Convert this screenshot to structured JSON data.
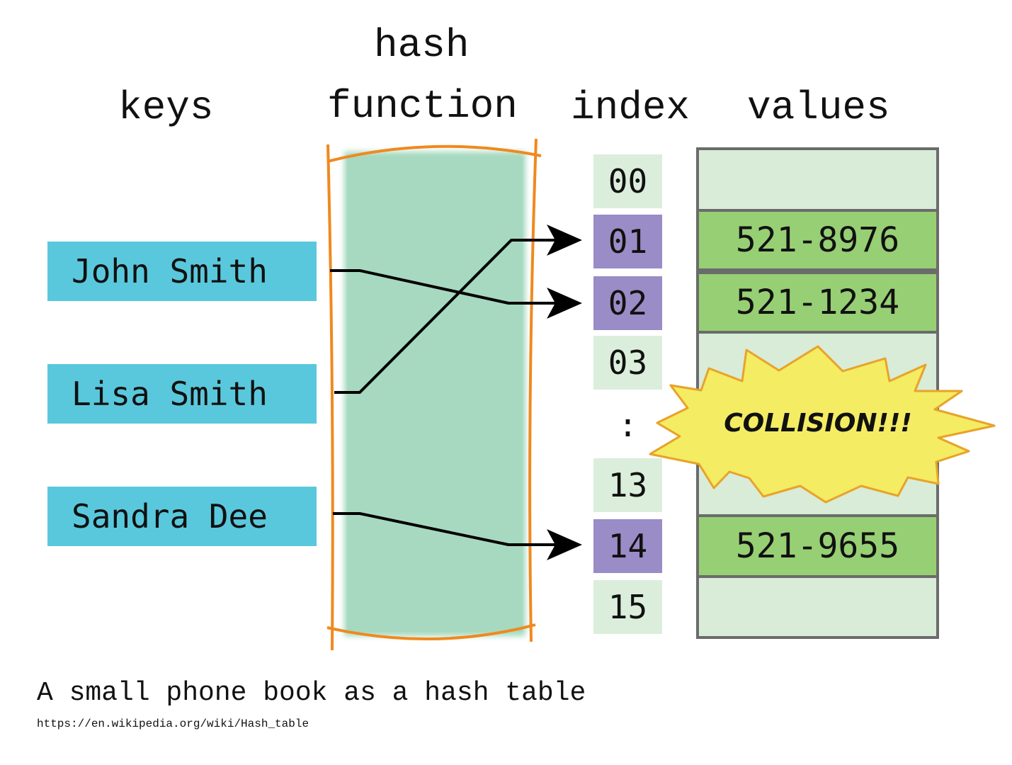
{
  "headers": {
    "keys": "keys",
    "hash_line1": "hash",
    "hash_line2": "function",
    "index": "index",
    "values": "values"
  },
  "keys": [
    "John Smith",
    "Lisa Smith",
    "Sandra Dee"
  ],
  "index": {
    "i00": "00",
    "i01": "01",
    "i02": "02",
    "i03": "03",
    "ellipsis": ":",
    "i13": "13",
    "i14": "14",
    "i15": "15"
  },
  "values": {
    "v01": "521-8976",
    "v02": "521-1234",
    "v14": "521-9655"
  },
  "collision_label": "COLLISION!!!",
  "caption": "A small phone book as a hash table",
  "source_url": "https://en.wikipedia.org/wiki/Hash_table",
  "colors": {
    "key_box": "#5ac8dc",
    "hash_function": "#a6d9c0",
    "hash_outline": "#f0891e",
    "index_empty": "#dbeedb",
    "index_hit": "#9a8cc6",
    "value_filled": "#97cf74",
    "value_empty": "#d8ecd8",
    "collision_burst": "#f4ec63"
  }
}
